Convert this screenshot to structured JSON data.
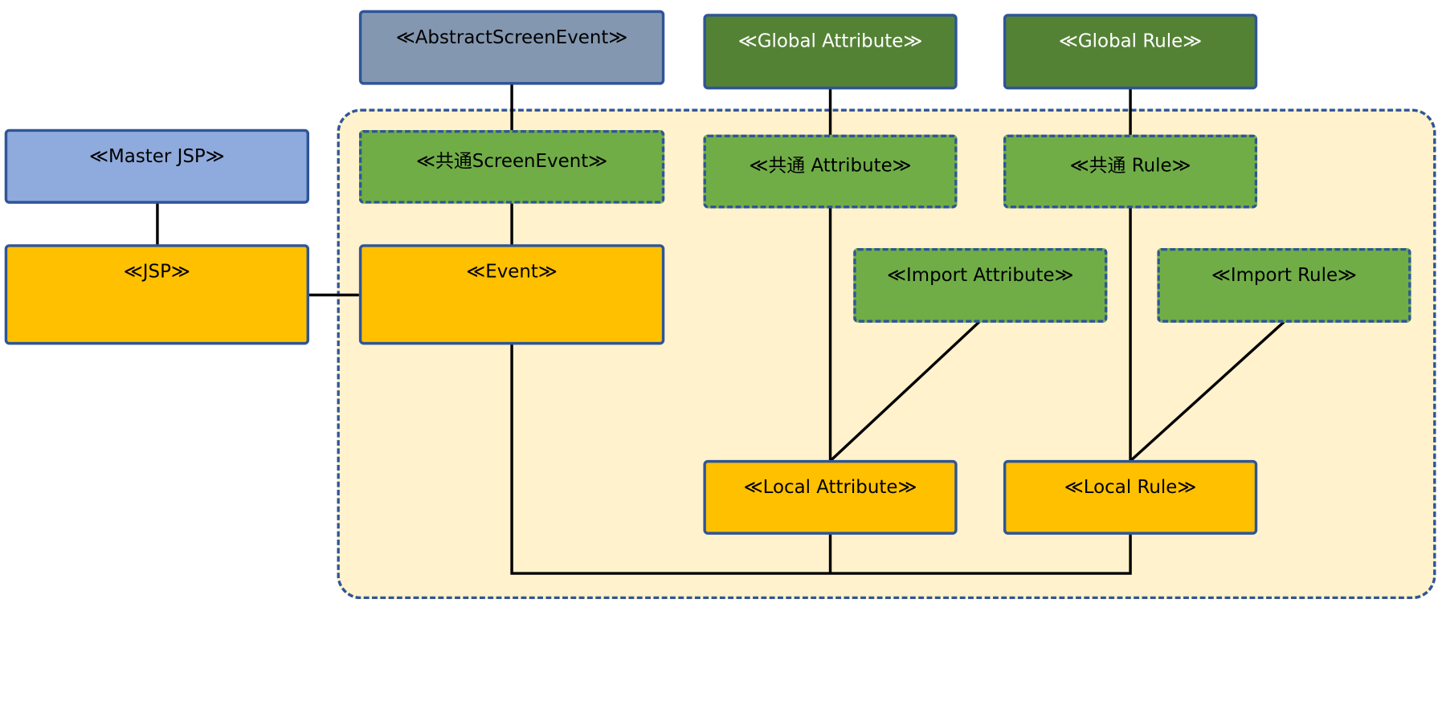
{
  "nodes": {
    "abstract_screen_event": "≪AbstractScreenEvent≫",
    "global_attribute": "≪Global Attribute≫",
    "global_rule": "≪Global Rule≫",
    "master_jsp": "≪Master JSP≫",
    "common_screen_event": "≪共通ScreenEvent≫",
    "common_attribute": "≪共通 Attribute≫",
    "common_rule": "≪共通 Rule≫",
    "jsp": "≪JSP≫",
    "event": "≪Event≫",
    "import_attribute": "≪Import Attribute≫",
    "import_rule": "≪Import Rule≫",
    "local_attribute": "≪Local Attribute≫",
    "local_rule": "≪Local Rule≫"
  },
  "colors": {
    "border": "#2f5597",
    "region_fill": "#fff2cc",
    "abstract_fill": "#8497b0",
    "global_fill": "#548235",
    "common_fill": "#70ad47",
    "master_fill": "#8faadc",
    "local_fill": "#ffc000"
  }
}
